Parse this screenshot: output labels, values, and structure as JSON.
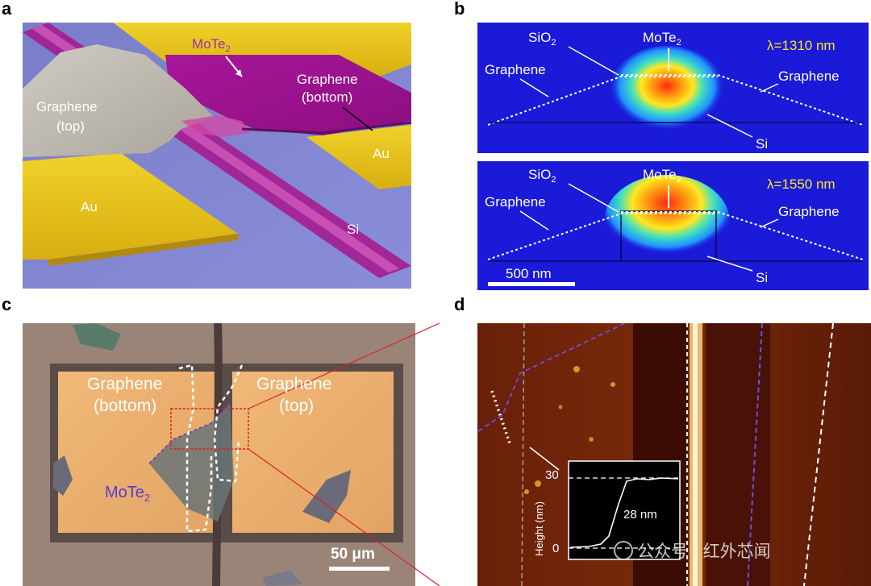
{
  "panels": {
    "a": {
      "letter": "a",
      "labels": {
        "mote2": "MoTe",
        "mote2_sub": "2",
        "graphene_bottom_1": "Graphene",
        "graphene_bottom_2": "(bottom)",
        "graphene_top_1": "Graphene",
        "graphene_top_2": "(top)",
        "au_left": "Au",
        "au_right": "Au",
        "si": "Si"
      }
    },
    "b": {
      "letter": "b",
      "top": {
        "sio2": "SiO",
        "sio2_sub": "2",
        "mote2": "MoTe",
        "mote2_sub": "2",
        "wavelength": "λ=1310 nm",
        "graphene_left": "Graphene",
        "graphene_right": "Graphene",
        "si": "Si"
      },
      "bottom": {
        "sio2": "SiO",
        "sio2_sub": "2",
        "mote2": "MoTe",
        "mote2_sub": "2",
        "wavelength": "λ=1550 nm",
        "graphene_left": "Graphene",
        "graphene_right": "Graphene",
        "si": "Si",
        "scalebar": "500 nm"
      }
    },
    "c": {
      "letter": "c",
      "labels": {
        "graphene_bottom_1": "Graphene",
        "graphene_bottom_2": "(bottom)",
        "graphene_top_1": "Graphene",
        "graphene_top_2": "(top)",
        "mote2": "MoTe",
        "mote2_sub": "2",
        "scalebar": "50 μm"
      }
    },
    "d": {
      "letter": "d",
      "inset": {
        "ylabel": "Height (nm)",
        "tick_top": "30",
        "tick_bottom": "0",
        "annotation": "28 nm"
      },
      "watermark": "公众号 · 红外芯闻"
    }
  },
  "colors": {
    "field_bg": "#1a1ad8",
    "gold": "#e6c21a",
    "mote2_magenta": "#a0148c",
    "graphene_grey": "#bdb9b0",
    "afm_dark": "#3a0c04",
    "afm_mid": "#6a1e08",
    "optical_gold": "#eab072"
  }
}
